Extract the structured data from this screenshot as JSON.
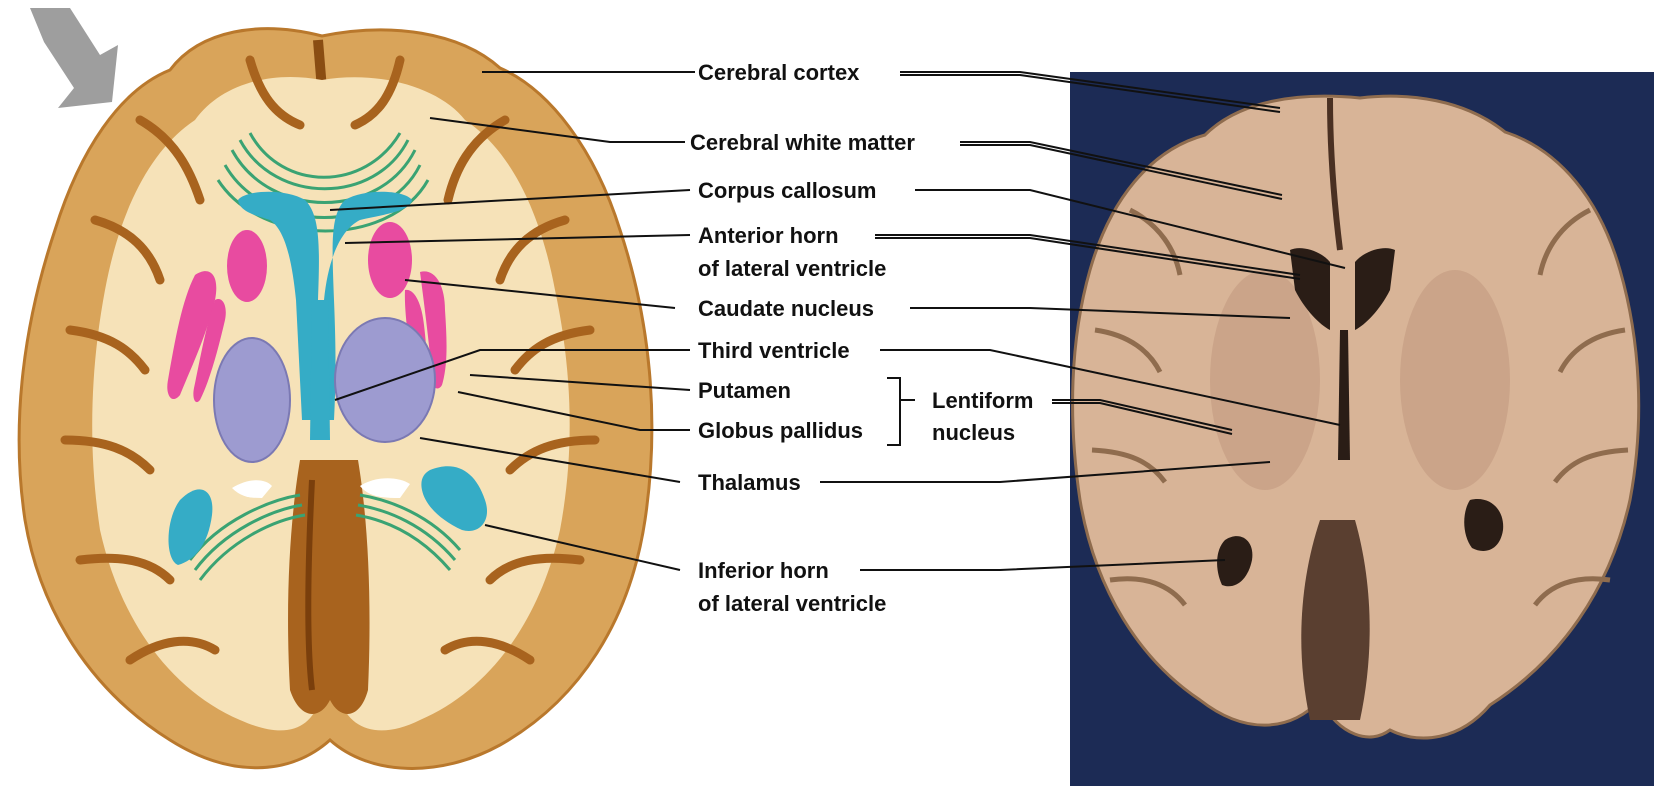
{
  "figure": {
    "labels": {
      "cerebral_cortex": "Cerebral cortex",
      "cerebral_white_matter": "Cerebral white matter",
      "corpus_callosum": "Corpus callosum",
      "anterior_horn_line1": "Anterior horn",
      "anterior_horn_line2": "of lateral ventricle",
      "caudate_nucleus": "Caudate nucleus",
      "third_ventricle": "Third ventricle",
      "putamen": "Putamen",
      "globus_pallidus": "Globus pallidus",
      "lentiform_line1": "Lentiform",
      "lentiform_line2": "nucleus",
      "thalamus": "Thalamus",
      "inferior_horn_line1": "Inferior horn",
      "inferior_horn_line2": "of lateral ventricle"
    },
    "colors": {
      "cortex": "#d9a45a",
      "white_matter": "#f6e2b8",
      "sulci": "#a8631e",
      "ventricle": "#35acc6",
      "caudate_putamen": "#e84ba0",
      "thalamus": "#9d9bd0",
      "commissure": "#3aa373",
      "photo_background": "#1c2b55",
      "photo_tissue": "#d8b497",
      "arrow": "#9e9e9e"
    },
    "icons": [
      "direction-arrow-icon"
    ]
  }
}
